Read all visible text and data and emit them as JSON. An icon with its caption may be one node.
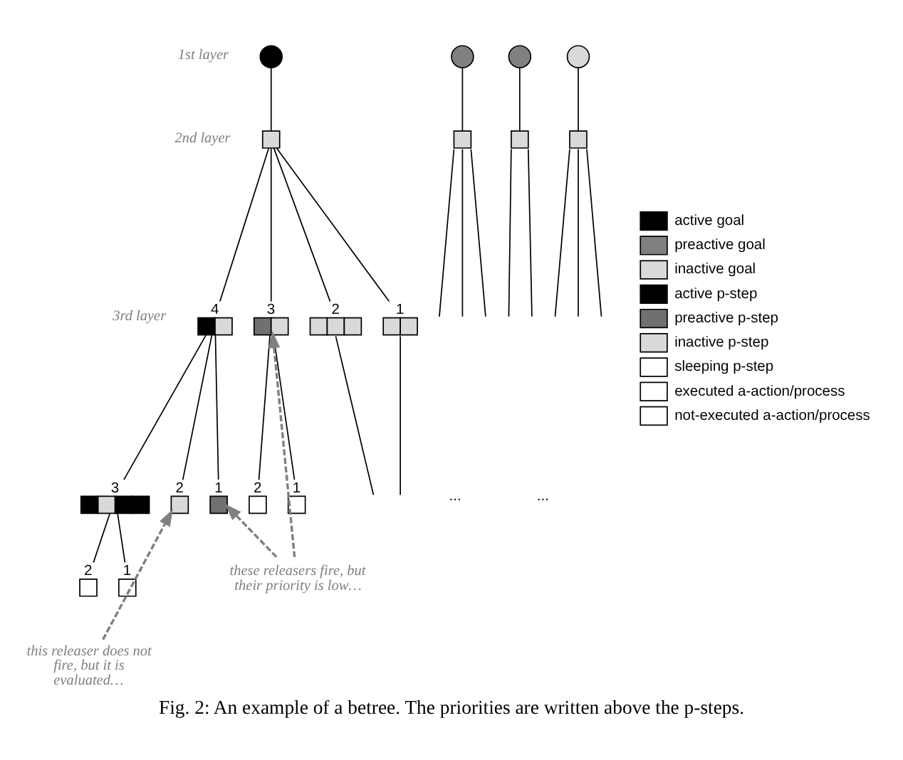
{
  "diagram": {
    "caption": "Fig. 2: An example of a betree. The priorities are written above the p-steps.",
    "nodes": [
      {
        "text": [],
        "shape": "circle"
      },
      {
        "text": [],
        "shape": "circle"
      },
      {
        "text": [],
        "shape": "circle"
      },
      {
        "text": [],
        "shape": "circle"
      },
      {
        "text": [],
        "shape": "box"
      },
      {
        "text": [],
        "shape": "box"
      },
      {
        "text": [],
        "shape": "box"
      },
      {
        "text": [],
        "shape": "box"
      },
      {
        "text": [],
        "shape": "box",
        "beside": [
          "4"
        ]
      },
      {
        "text": [],
        "shape": "box",
        "beside": [
          "3"
        ]
      },
      {
        "text": [],
        "shape": "box",
        "beside": [
          "2"
        ]
      },
      {
        "text": [],
        "shape": "box",
        "beside": [
          "1"
        ]
      },
      {
        "text": [],
        "shape": "box",
        "beside": [
          "3"
        ]
      },
      {
        "text": [],
        "shape": "box",
        "beside": [
          "2"
        ]
      },
      {
        "text": [],
        "shape": "box",
        "beside": [
          "1"
        ]
      },
      {
        "text": [],
        "shape": "box",
        "beside": [
          "2"
        ]
      },
      {
        "text": [],
        "shape": "box",
        "beside": [
          "1"
        ]
      },
      {
        "text": [],
        "shape": "box",
        "beside": [
          "2"
        ]
      },
      {
        "text": [],
        "shape": "box",
        "beside": [
          "1"
        ]
      },
      {
        "text": [
          "these releasers fire, but their priority is low…"
        ]
      },
      {
        "text": [
          "this releaser does not fire, but it is evaluated…"
        ]
      }
    ],
    "edges": [
      {
        "from": 0,
        "to": 4,
        "arrow": "none"
      },
      {
        "from": 1,
        "to": 5,
        "arrow": "none"
      },
      {
        "from": 2,
        "to": 6,
        "arrow": "none"
      },
      {
        "from": 3,
        "to": 7,
        "arrow": "none"
      },
      {
        "from": 5,
        "to": null,
        "arrow": "none"
      },
      {
        "from": 5,
        "to": null,
        "arrow": "none"
      },
      {
        "from": 5,
        "to": null,
        "arrow": "none"
      },
      {
        "from": 6,
        "to": null,
        "arrow": "none"
      },
      {
        "from": 6,
        "to": null,
        "arrow": "none"
      },
      {
        "from": 7,
        "to": null,
        "arrow": "none"
      },
      {
        "from": 7,
        "to": null,
        "arrow": "none"
      },
      {
        "from": 7,
        "to": null,
        "arrow": "none"
      },
      {
        "from": 4,
        "to": 8,
        "arrow": "none"
      },
      {
        "from": 4,
        "to": 9,
        "arrow": "none"
      },
      {
        "from": 4,
        "to": 10,
        "arrow": "none"
      },
      {
        "from": 4,
        "to": 11,
        "arrow": "none"
      },
      {
        "from": 8,
        "to": 12,
        "arrow": "none"
      },
      {
        "from": 8,
        "to": 13,
        "arrow": "none"
      },
      {
        "from": 8,
        "to": 14,
        "arrow": "none"
      },
      {
        "from": 9,
        "to": 15,
        "arrow": "none"
      },
      {
        "from": 9,
        "to": 16,
        "arrow": "none"
      },
      {
        "from": 10,
        "to": null,
        "arrow": "none"
      },
      {
        "from": 11,
        "to": null,
        "arrow": "none"
      },
      {
        "from": 12,
        "to": 17,
        "arrow": "none"
      },
      {
        "from": 12,
        "to": 18,
        "arrow": "none"
      },
      {
        "from": 19,
        "to": 9,
        "arrow": "to",
        "style": "dashed",
        "color": "#808080"
      },
      {
        "from": 19,
        "to": 14,
        "arrow": "to",
        "style": "dashed",
        "color": "#808080"
      },
      {
        "from": 20,
        "to": 13,
        "arrow": "to",
        "style": "dashed",
        "color": "#808080"
      }
    ],
    "labels": [
      "1st layer",
      "2nd layer",
      "3rd layer",
      "...",
      "..."
    ],
    "legend": [
      {
        "text": "active goal",
        "color": "#000000"
      },
      {
        "text": "preactive goal",
        "color": "#808080"
      },
      {
        "text": "inactive goal",
        "color": "#d9d9d9"
      },
      {
        "text": "active p-step",
        "color": "#000000"
      },
      {
        "text": "preactive p-step",
        "color": "#707070"
      },
      {
        "text": "inactive p-step",
        "color": "#d9d9d9"
      },
      {
        "text": "sleeping p-step",
        "color": "#ffffff"
      },
      {
        "text": "executed a-action/process"
      },
      {
        "text": "not-executed a-action/process"
      }
    ]
  }
}
